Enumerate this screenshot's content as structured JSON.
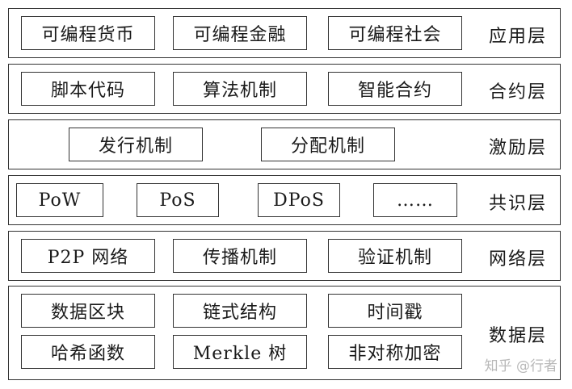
{
  "layers": {
    "application": {
      "label": "应用层",
      "items": [
        "可编程货币",
        "可编程金融",
        "可编程社会"
      ]
    },
    "contract": {
      "label": "合约层",
      "items": [
        "脚本代码",
        "算法机制",
        "智能合约"
      ]
    },
    "incentive": {
      "label": "激励层",
      "items": [
        "发行机制",
        "分配机制"
      ]
    },
    "consensus": {
      "label": "共识层",
      "items": [
        "PoW",
        "PoS",
        "DPoS",
        "……"
      ]
    },
    "network": {
      "label": "网络层",
      "items": [
        "P2P 网络",
        "传播机制",
        "验证机制"
      ]
    },
    "data": {
      "label": "数据层",
      "items": [
        "数据区块",
        "链式结构",
        "时间戳",
        "哈希函数",
        "Merkle 树",
        "非对称加密"
      ]
    }
  },
  "watermark": "知乎 @行者"
}
